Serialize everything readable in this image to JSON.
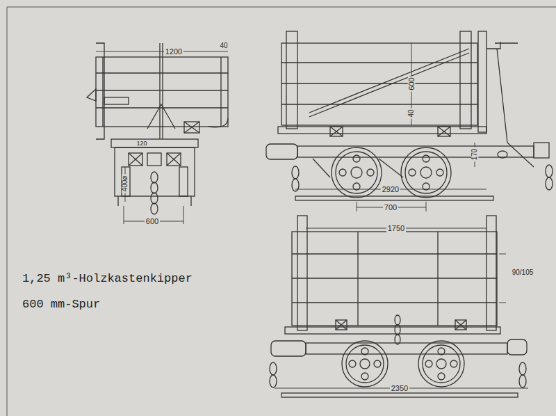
{
  "diagram": {
    "labels": [
      "1200",
      "40",
      "120",
      "400ø",
      "600",
      "600",
      "40",
      "170",
      "2920",
      "700",
      "1750",
      "90/105",
      "2350",
      "1,25 m³-Holzkastenkipper",
      "600 mm-Spur"
    ]
  }
}
